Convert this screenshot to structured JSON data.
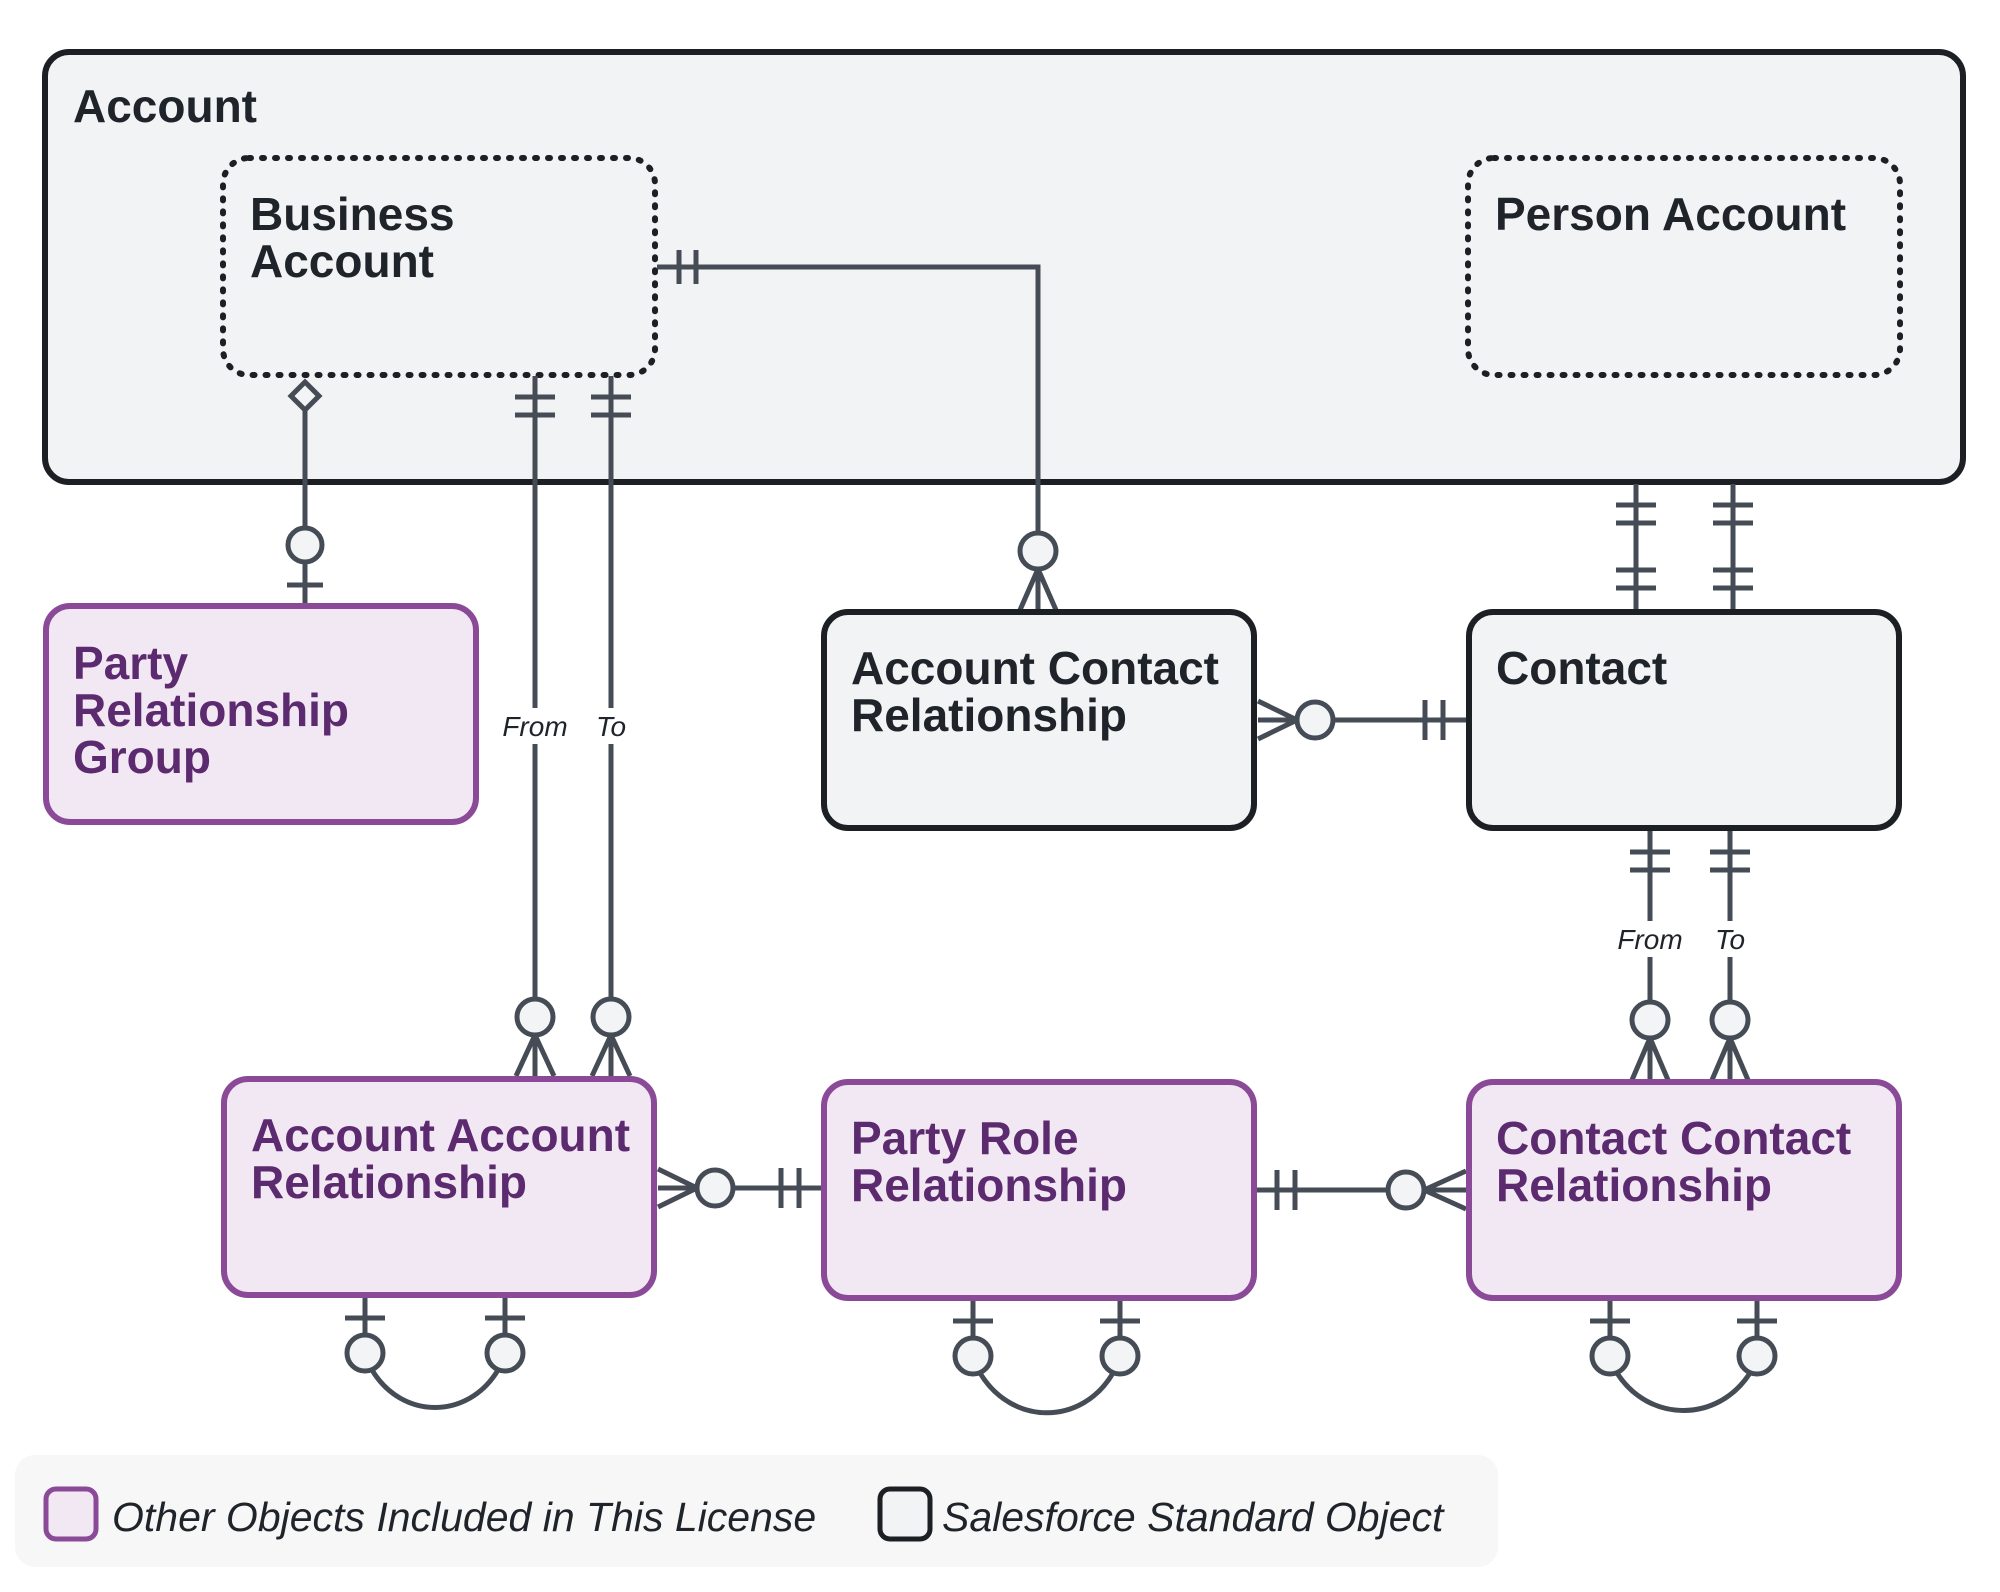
{
  "entities": {
    "account": {
      "title": "Account"
    },
    "business_account": {
      "title_lines": [
        "Business",
        "Account"
      ]
    },
    "person_account": {
      "title": "Person Account"
    },
    "party_relationship_group": {
      "title_lines": [
        "Party",
        "Relationship",
        "Group"
      ]
    },
    "account_contact_relationship": {
      "title_lines": [
        "Account Contact",
        "Relationship"
      ]
    },
    "contact": {
      "title": "Contact"
    },
    "account_account_relationship": {
      "title_lines": [
        "Account Account",
        "Relationship"
      ]
    },
    "party_role_relationship": {
      "title_lines": [
        "Party Role",
        "Relationship"
      ]
    },
    "contact_contact_relationship": {
      "title_lines": [
        "Contact Contact",
        "Relationship"
      ]
    }
  },
  "role_labels": {
    "aar_from": "From",
    "aar_to": "To",
    "ccr_from": "From",
    "ccr_to": "To"
  },
  "legend": {
    "license_label": "Other Objects Included in This License",
    "standard_label": "Salesforce Standard Object"
  },
  "colors": {
    "standard_fill": "#f2f3f5",
    "standard_stroke": "#1c1f24",
    "license_fill": "#f2e8f4",
    "license_stroke": "#8a4a97",
    "license_text": "#5c2a6e",
    "connector": "#454c55",
    "legend_bg": "#f7f7f8"
  }
}
